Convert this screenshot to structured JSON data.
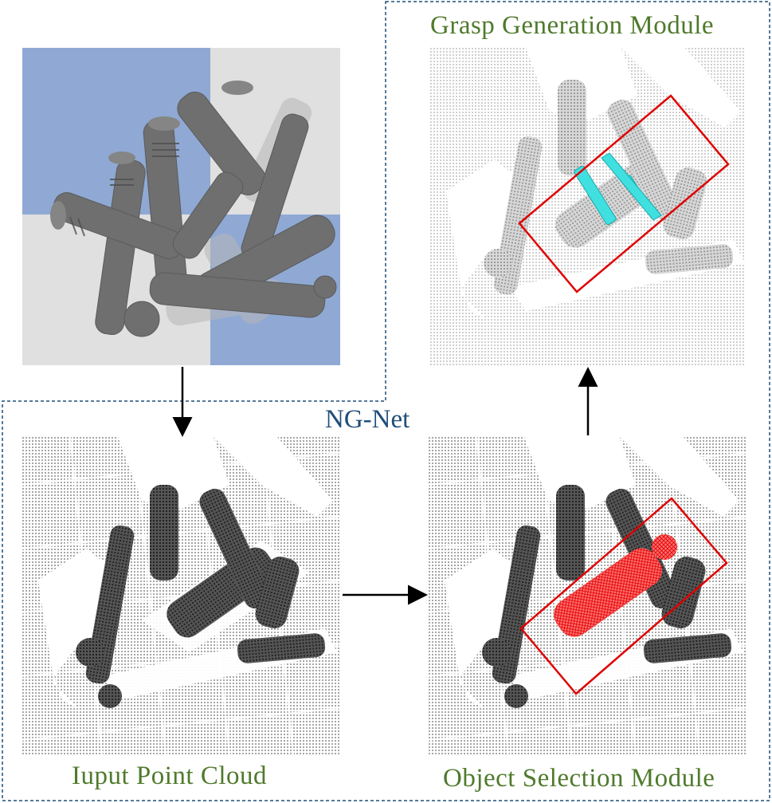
{
  "diagram": {
    "framework_label": "NG-Net",
    "modules": {
      "input": "Iuput Point Cloud",
      "selection": "Object Selection Module",
      "grasp": "Grasp Generation Module"
    }
  },
  "colors": {
    "dashed_border": "#1f4e79",
    "module_text": "#4f7a2c",
    "net_text": "#1f4e79",
    "selection_box": "#e00000",
    "selected_object": "#ff4a4a",
    "gripper": "#40e0e0",
    "rgb_blue_tile": "#8fa9d4",
    "rgb_gray_tile": "#e0e0e0",
    "object_gray": "#6f6f6f"
  }
}
